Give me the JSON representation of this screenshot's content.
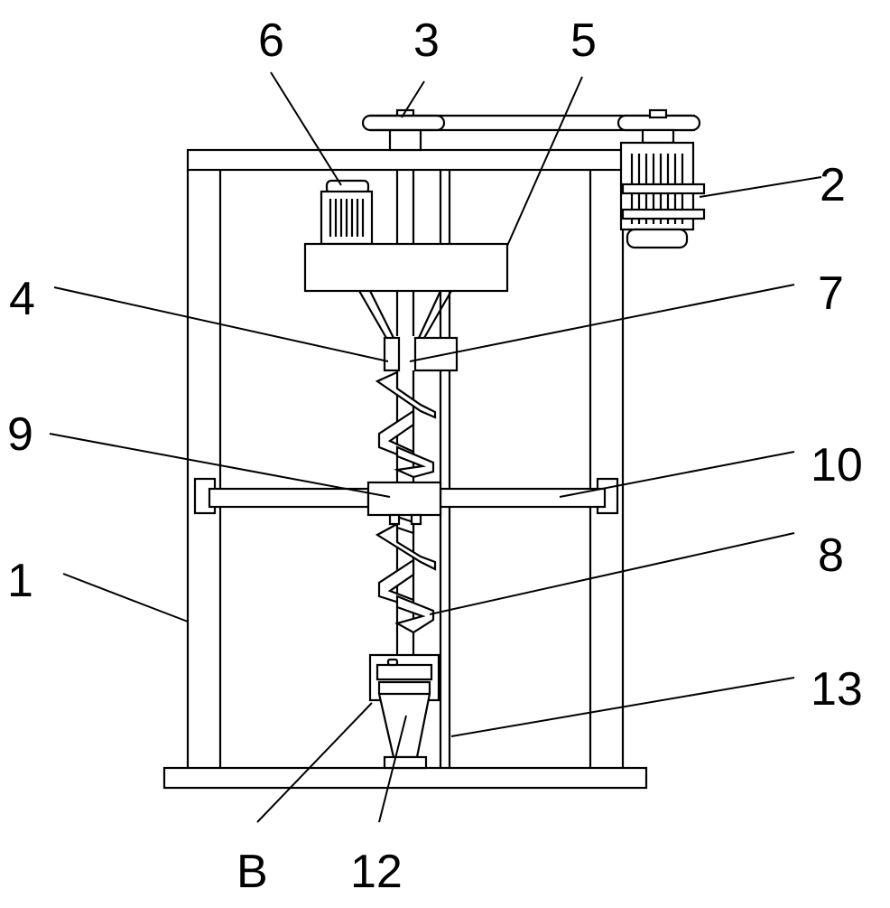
{
  "labels": {
    "l1": "1",
    "l2": "2",
    "l3": "3",
    "l4": "4",
    "l5": "5",
    "l6": "6",
    "l7": "7",
    "l8": "8",
    "l9": "9",
    "l10": "10",
    "l12": "12",
    "l13": "13",
    "lB": "B"
  }
}
